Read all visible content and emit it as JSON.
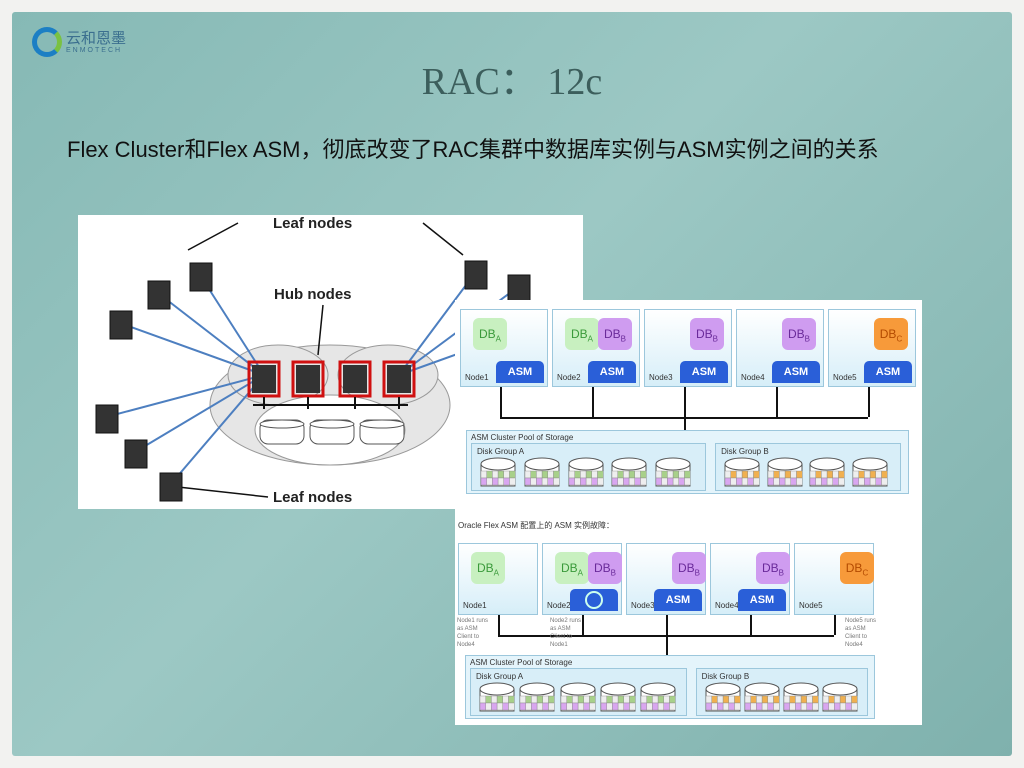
{
  "logo": {
    "name_cn": "云和恩墨",
    "name_en": "ENMOTECH"
  },
  "title": "RAC： 12c",
  "subtitle": "Flex Cluster和Flex ASM，彻底改变了RAC集群中数据库实例与ASM实例之间的关系",
  "left_diagram": {
    "leaf_top": "Leaf nodes",
    "hub": "Hub nodes",
    "leaf_bottom": "Leaf nodes"
  },
  "right_diagram": {
    "top": {
      "nodes": [
        {
          "label": "Node1",
          "dbs": [
            {
              "name": "DB",
              "sub": "A",
              "color": "green"
            }
          ],
          "asm": "ASM"
        },
        {
          "label": "Node2",
          "dbs": [
            {
              "name": "DB",
              "sub": "A",
              "color": "green"
            },
            {
              "name": "DB",
              "sub": "B",
              "color": "purple"
            }
          ],
          "asm": "ASM"
        },
        {
          "label": "Node3",
          "dbs": [
            {
              "name": "DB",
              "sub": "B",
              "color": "purple"
            }
          ],
          "asm": "ASM"
        },
        {
          "label": "Node4",
          "dbs": [
            {
              "name": "DB",
              "sub": "B",
              "color": "purple"
            }
          ],
          "asm": "ASM"
        },
        {
          "label": "Node5",
          "dbs": [
            {
              "name": "DB",
              "sub": "C",
              "color": "orange"
            }
          ],
          "asm": "ASM"
        }
      ],
      "pool": "ASM Cluster Pool of Storage",
      "group_a": "Disk Group A",
      "group_b": "Disk Group B"
    },
    "caption": "Oracle Flex ASM 配置上的 ASM 实例故障：",
    "bottom": {
      "nodes": [
        {
          "label": "Node1",
          "dbs": [
            {
              "name": "DB",
              "sub": "A",
              "color": "green"
            }
          ],
          "asm": ""
        },
        {
          "label": "Node2",
          "dbs": [
            {
              "name": "DB",
              "sub": "A",
              "color": "green"
            },
            {
              "name": "DB",
              "sub": "B",
              "color": "purple"
            }
          ],
          "asm": "failed"
        },
        {
          "label": "Node3",
          "dbs": [
            {
              "name": "DB",
              "sub": "B",
              "color": "purple"
            }
          ],
          "asm": "ASM"
        },
        {
          "label": "Node4",
          "dbs": [
            {
              "name": "DB",
              "sub": "B",
              "color": "purple"
            }
          ],
          "asm": "ASM"
        },
        {
          "label": "Node5",
          "dbs": [
            {
              "name": "DB",
              "sub": "C",
              "color": "orange"
            }
          ],
          "asm": ""
        }
      ],
      "notes": [
        "Node1 runs as ASM Client to Node4",
        "Node2 runs as ASM Client to Node1",
        "Node5 runs as ASM Client to Node4"
      ],
      "pool": "ASM Cluster Pool of Storage",
      "group_a": "Disk Group A",
      "group_b": "Disk Group B"
    }
  },
  "colors": {
    "green": "#c8f0c0",
    "purple": "#cf9cf0",
    "orange": "#f79a3a",
    "asm": "#2a5fd8",
    "hub_border": "#d01010"
  }
}
